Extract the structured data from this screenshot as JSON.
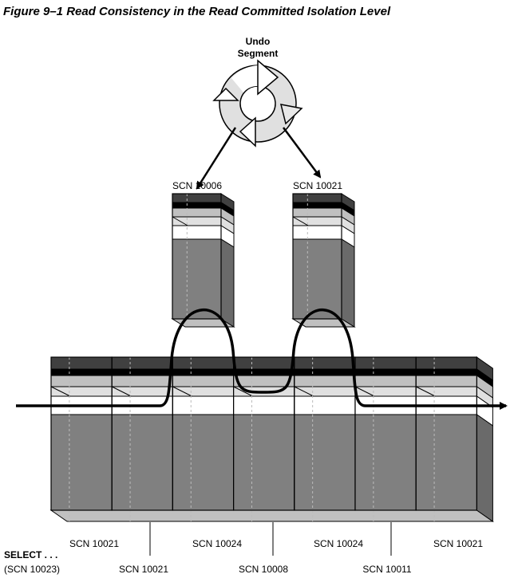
{
  "title": "Figure 9–1    Read Consistency in the Read Committed Isolation Level",
  "undo_segment": {
    "line1": "Undo",
    "line2": "Segment"
  },
  "undo_blocks": [
    "SCN 10006",
    "SCN 10021"
  ],
  "row_labels_upper": [
    "SCN 10021",
    "SCN 10024",
    "SCN 10024",
    "SCN 10021"
  ],
  "row_labels_lower": [
    "SCN 10021",
    "SCN 10008",
    "SCN 10011"
  ],
  "query": {
    "statement": "SELECT . . .",
    "scn": "(SCN 10023)"
  },
  "colors": {
    "dark": "#404040",
    "black": "#000000",
    "light": "#c0c0c0",
    "lighter": "#e0e0e0",
    "body": "#808080",
    "side": "#6a6a6a"
  }
}
